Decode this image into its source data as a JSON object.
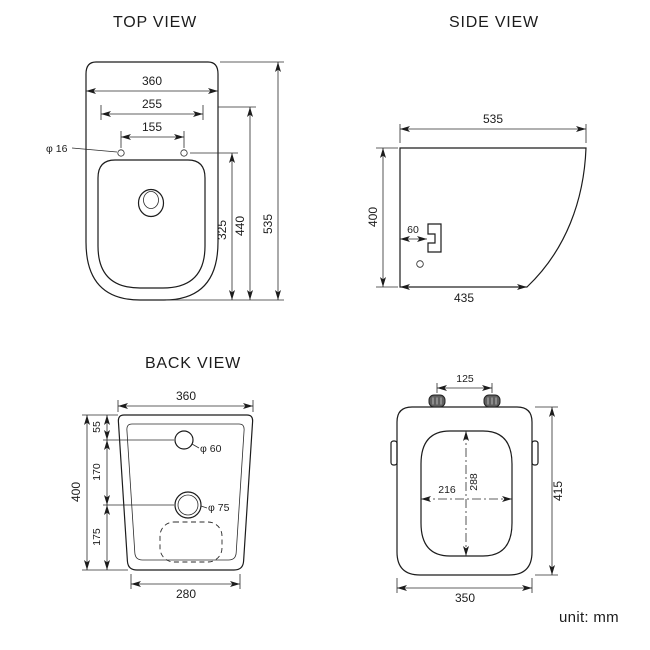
{
  "unit_label": "unit: mm",
  "views": {
    "top": {
      "title": "TOP VIEW",
      "dims": {
        "overall_width": "360",
        "rim_width": "255",
        "hole_spacing": "155",
        "hole_diameter": "φ 16",
        "rim_depth": "325",
        "hole_depth": "440",
        "overall_depth": "535"
      }
    },
    "side": {
      "title": "SIDE VIEW",
      "dims": {
        "overall_depth": "535",
        "overall_height": "400",
        "inlet_offset": "60",
        "base_depth": "435"
      }
    },
    "back": {
      "title": "BACK VIEW",
      "dims": {
        "top_width": "360",
        "inlet_top_offset": "55",
        "inlet_to_outlet": "170",
        "outlet_to_bottom": "175",
        "overall_height": "400",
        "inlet_diameter": "φ 60",
        "outlet_diameter": "φ 75",
        "bottom_width": "280"
      }
    },
    "seat": {
      "dims": {
        "hinge_spacing": "125",
        "opening_length": "288",
        "opening_width": "216",
        "overall_length": "415",
        "overall_width": "350"
      }
    }
  }
}
